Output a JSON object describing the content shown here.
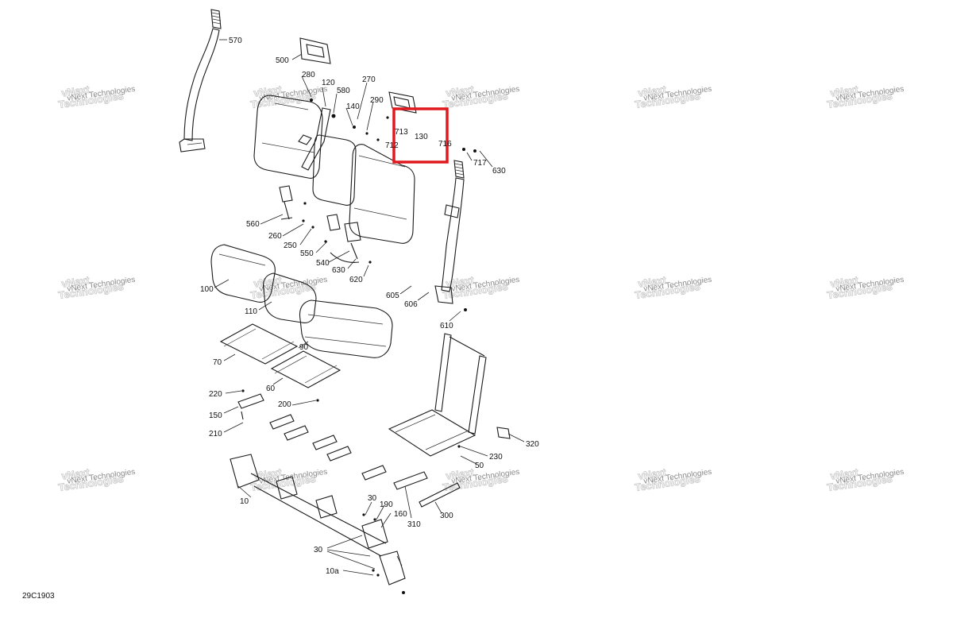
{
  "diagram_code": "29C1903",
  "watermark": {
    "line1": "vNext",
    "line2": "Technologies",
    "small": "vNext Technologies"
  },
  "highlight_color": "#e0191f",
  "labels": {
    "l570": "570",
    "l500": "500",
    "l280": "280",
    "l120": "120",
    "l270": "270",
    "l580": "580",
    "l290": "290",
    "l140": "140",
    "l713": "713",
    "l130": "130",
    "l712": "712",
    "l716": "716",
    "l717": "717",
    "l630a": "630",
    "l560": "560",
    "l260": "260",
    "l250": "250",
    "l550": "550",
    "l540": "540",
    "l630b": "630",
    "l620": "620",
    "l605": "605",
    "l606": "606",
    "l100": "100",
    "l110": "110",
    "l610": "610",
    "l90": "90",
    "l70": "70",
    "l60": "60",
    "l220": "220",
    "l200": "200",
    "l150": "150",
    "l210": "210",
    "l320": "320",
    "l230": "230",
    "l50": "50",
    "l30a": "30",
    "l190": "190",
    "l10": "10",
    "l160": "160",
    "l310": "310",
    "l300": "300",
    "l30b": "30",
    "l10a": "10a"
  }
}
